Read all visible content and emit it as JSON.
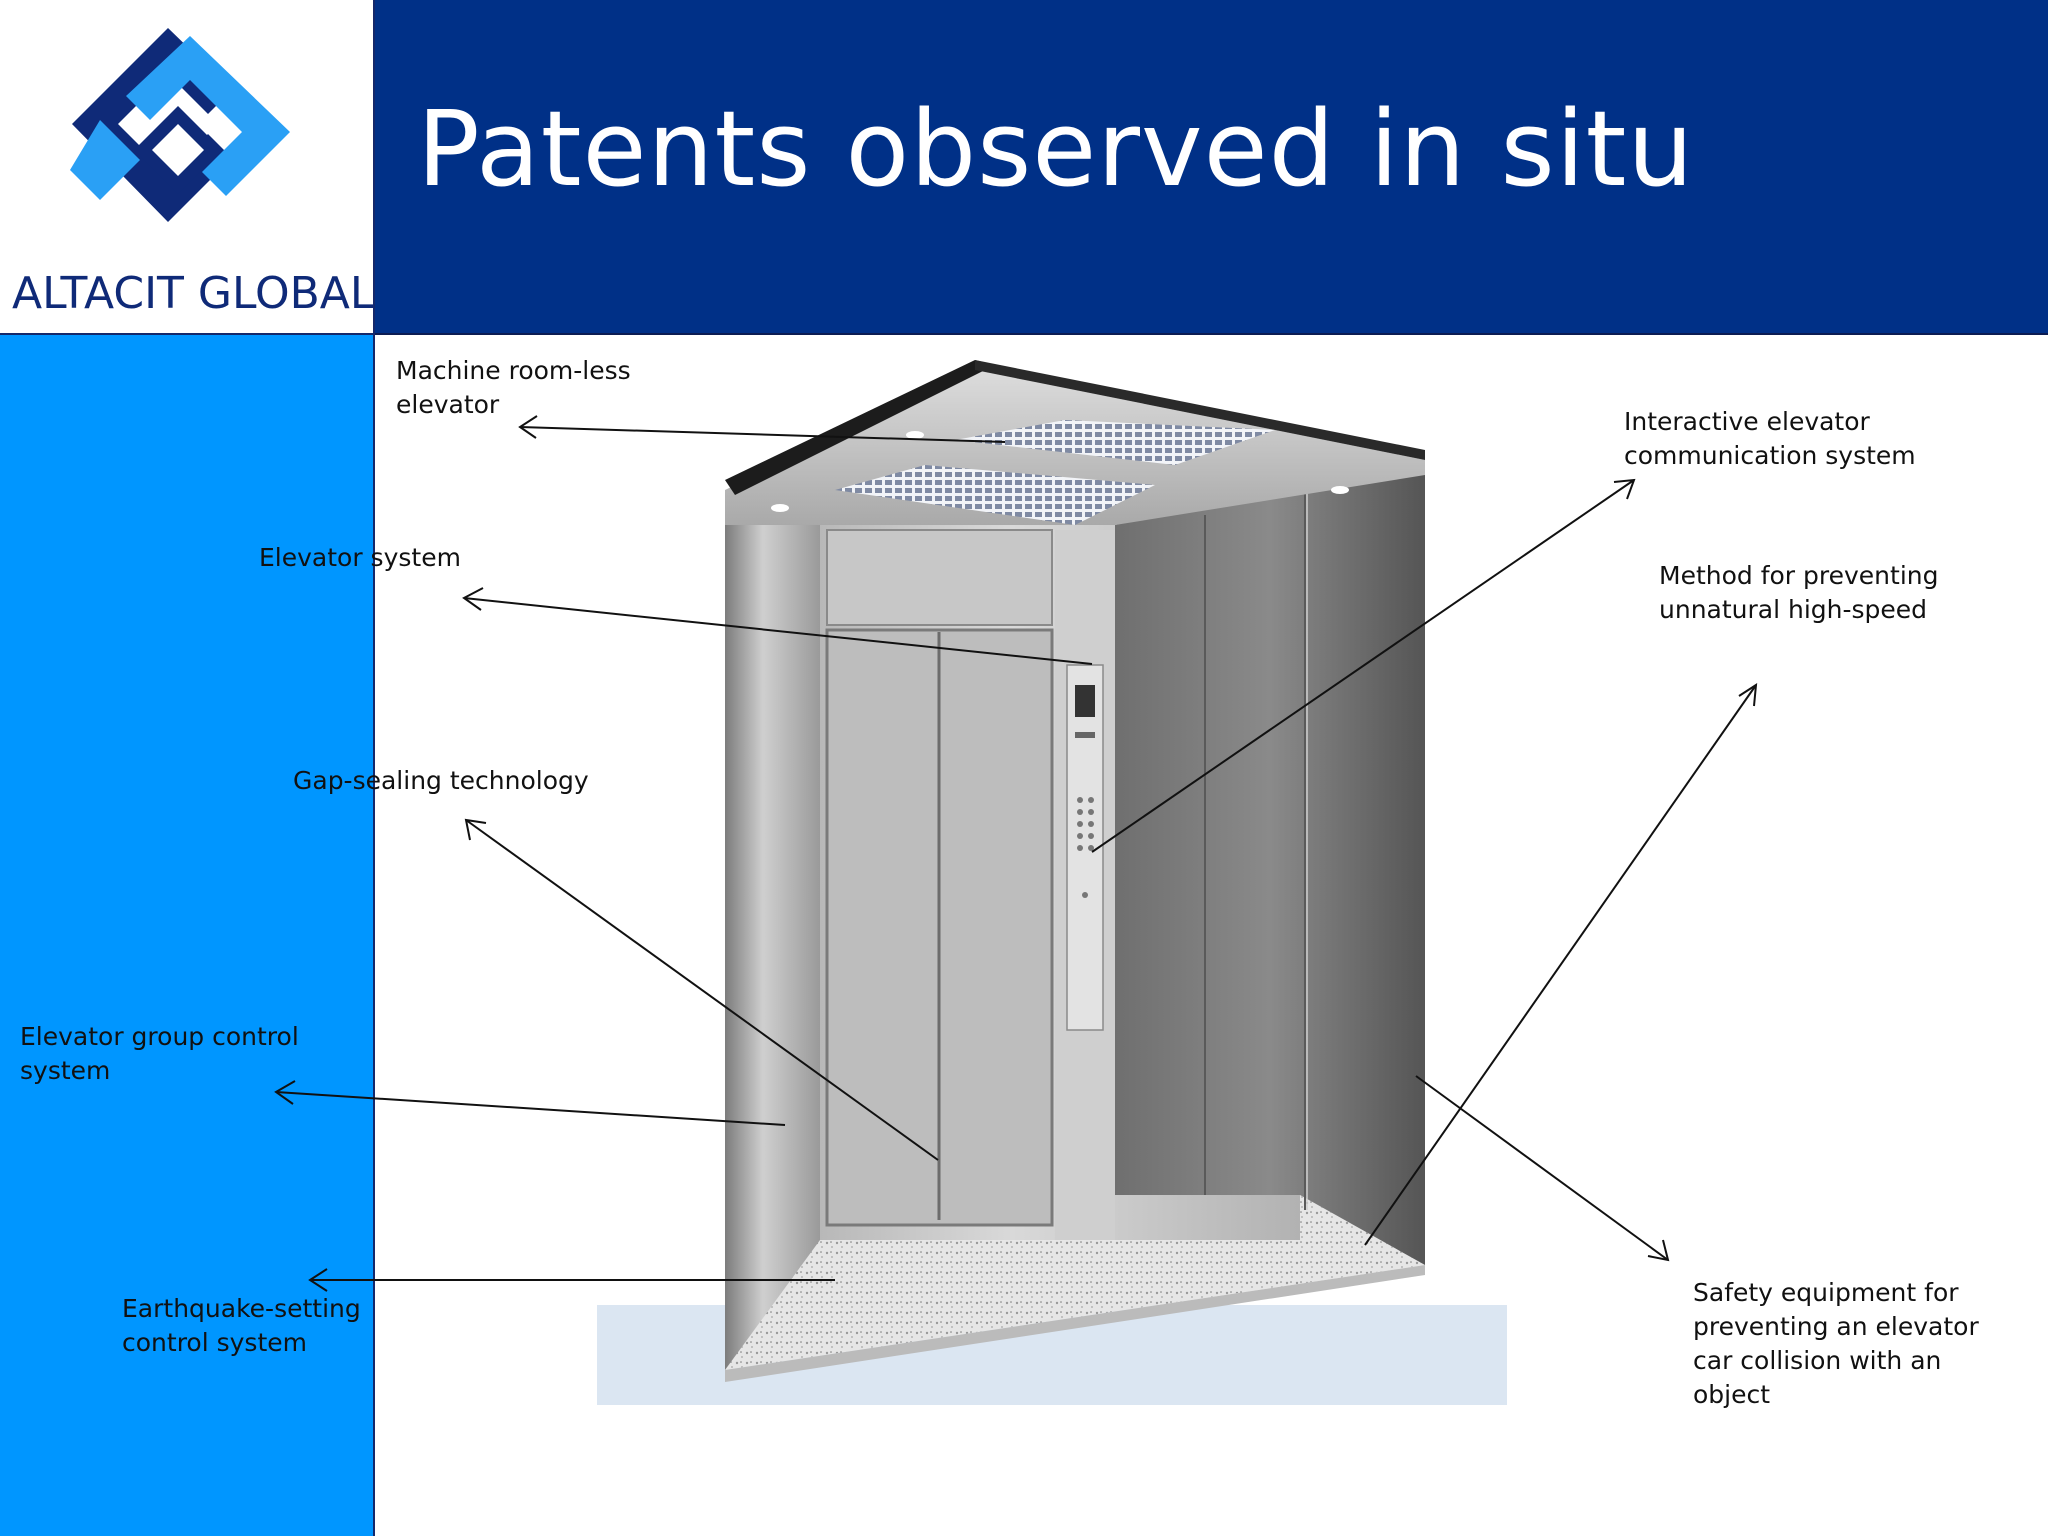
{
  "brand": {
    "name": "ALTACIT GLOBAL",
    "logo_icon": "interlocking-diamond-logo",
    "colors": {
      "navy": "#003087",
      "blue": "#0096ff",
      "logo_dark": "#0f2a78",
      "logo_light": "#2aa0f5"
    }
  },
  "slide": {
    "title": "Patents observed in situ"
  },
  "image": {
    "subject": "elevator-car"
  },
  "callouts": {
    "machine_room_less": [
      "Machine room-less",
      "elevator"
    ],
    "elevator_system": [
      "Elevator system"
    ],
    "gap_sealing": [
      "Gap-sealing technology"
    ],
    "group_control": [
      "Elevator group control",
      "system"
    ],
    "earthquake": [
      "Earthquake-setting",
      "control system"
    ],
    "interactive_comm": [
      "Interactive elevator",
      "communication system"
    ],
    "high_speed": [
      "Method for preventing",
      "unnatural high-speed"
    ],
    "safety_equipment": [
      "Safety equipment for",
      "preventing an elevator",
      "car collision with an",
      "object"
    ]
  }
}
